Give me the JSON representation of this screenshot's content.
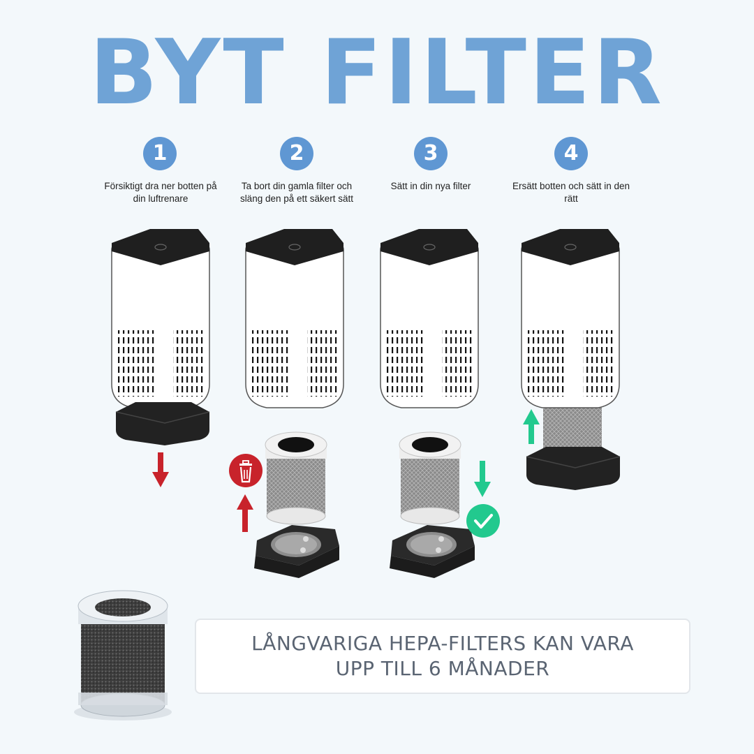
{
  "title": "BYT FILTER",
  "steps": [
    {
      "number": "1",
      "text": "Försiktigt dra ner botten på din luftrenare"
    },
    {
      "number": "2",
      "text": "Ta bort din gamla filter och släng den på ett säkert sätt"
    },
    {
      "number": "3",
      "text": "Sätt in din nya filter"
    },
    {
      "number": "4",
      "text": "Ersätt botten och sätt in den rätt"
    }
  ],
  "banner": {
    "line1": "LÅNGVARIGA HEPA-FILTERS KAN VARA",
    "line2": "UPP TILL 6 MÅNADER"
  },
  "colors": {
    "title": "#6fa3d6",
    "step_badge": "#5f97d3",
    "remove_arrow": "#c8232b",
    "insert_arrow": "#22c98e"
  },
  "icons": [
    "trash-icon",
    "checkmark-icon",
    "arrow-down-icon",
    "arrow-up-icon"
  ]
}
